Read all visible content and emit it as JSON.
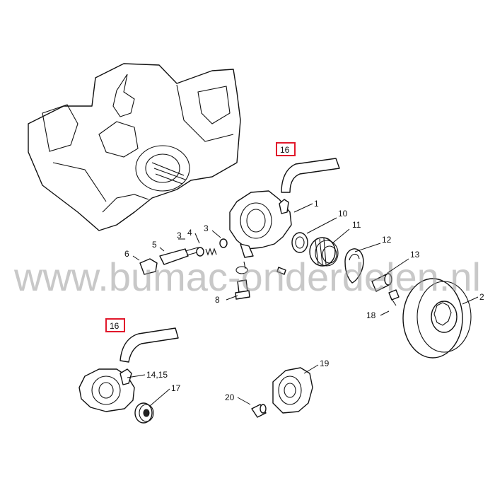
{
  "watermark": "www.bumac-onderdelen.nl",
  "callouts": [
    {
      "id": "c1",
      "text": "1"
    },
    {
      "id": "c2",
      "text": "2"
    },
    {
      "id": "c3a",
      "text": "3"
    },
    {
      "id": "c3b",
      "text": "3"
    },
    {
      "id": "c4",
      "text": "4"
    },
    {
      "id": "c5",
      "text": "5"
    },
    {
      "id": "c6",
      "text": "6"
    },
    {
      "id": "c8",
      "text": "8"
    },
    {
      "id": "c10",
      "text": "10"
    },
    {
      "id": "c11",
      "text": "11"
    },
    {
      "id": "c12",
      "text": "12"
    },
    {
      "id": "c13",
      "text": "13"
    },
    {
      "id": "c14",
      "text": "14,15"
    },
    {
      "id": "c16a",
      "text": "16"
    },
    {
      "id": "c16b",
      "text": "16"
    },
    {
      "id": "c17",
      "text": "17"
    },
    {
      "id": "c18",
      "text": "18"
    },
    {
      "id": "c19",
      "text": "19"
    },
    {
      "id": "c20",
      "text": "20"
    }
  ],
  "highlight_color": "#e1182b"
}
